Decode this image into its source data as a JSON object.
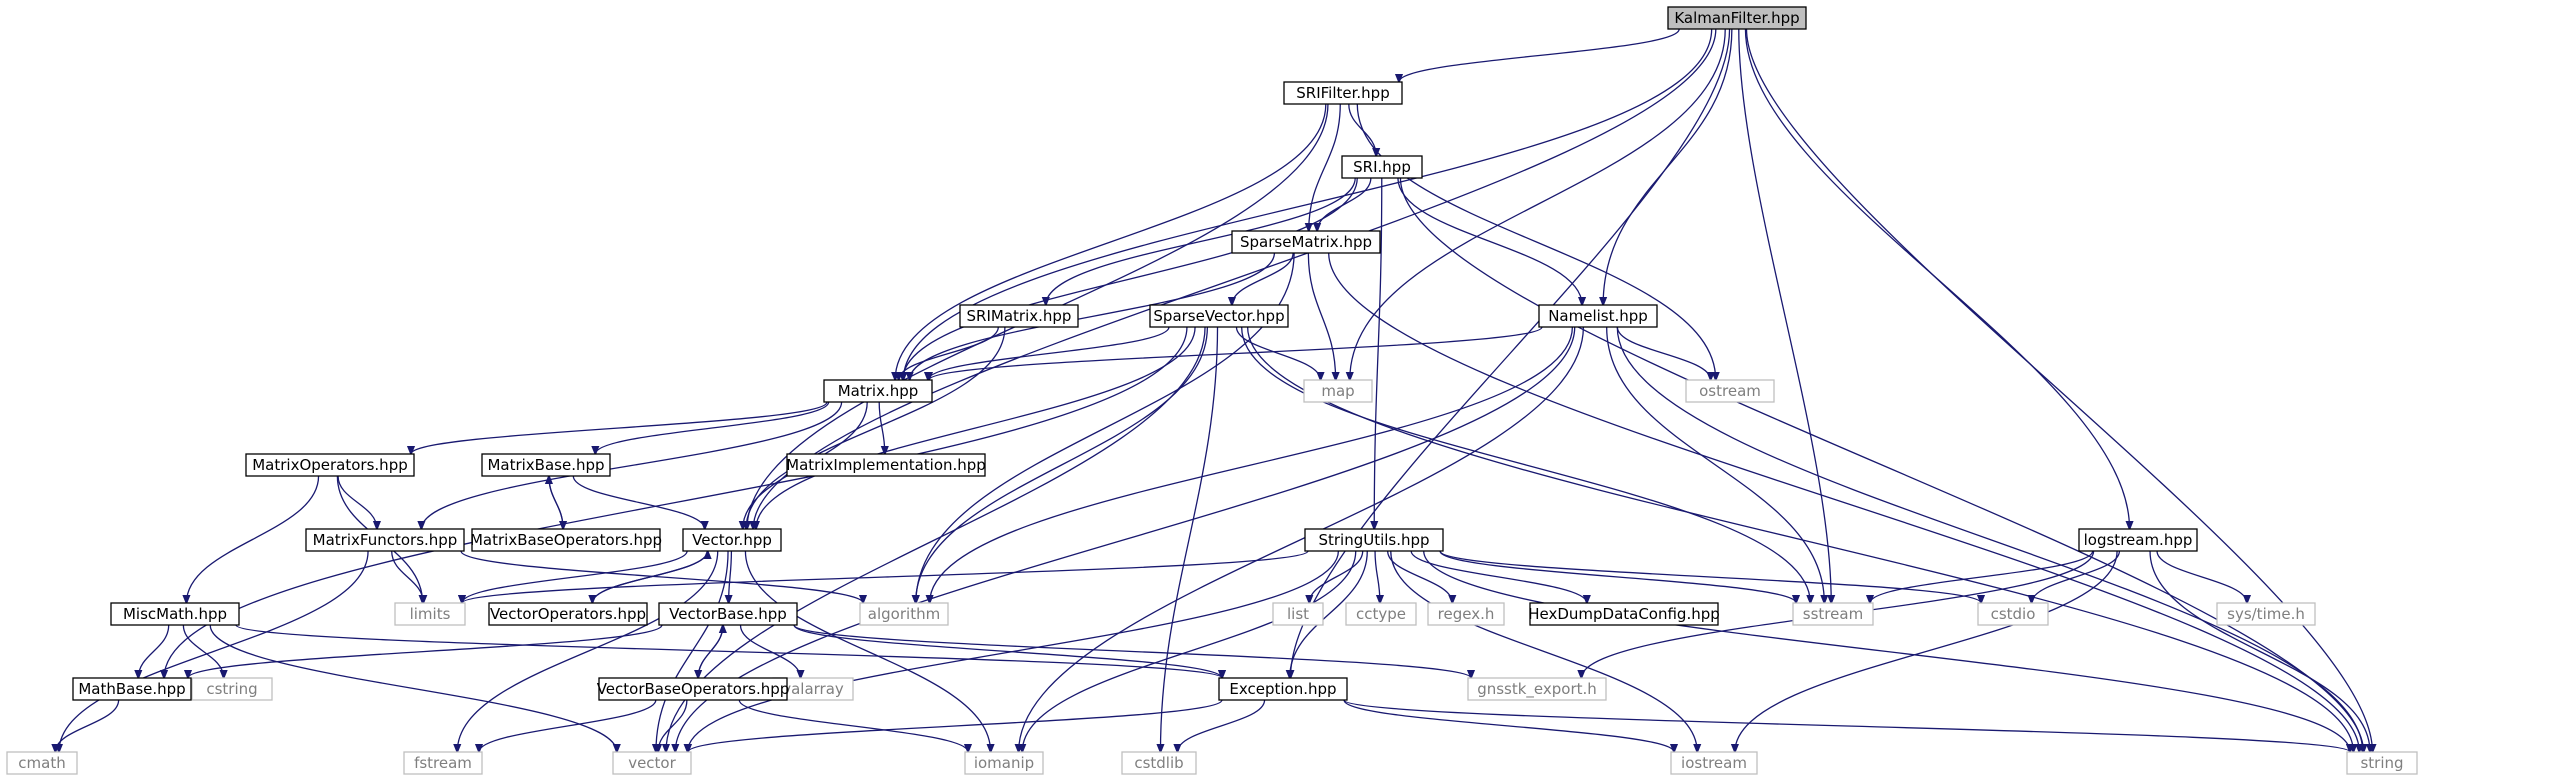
{
  "graph": {
    "colors": {
      "edge": "#191970",
      "root_fill": "#bfbfbf",
      "node_fill": "#ffffff",
      "node_border": "#000000",
      "external_border": "#bfbfbf",
      "external_text": "#7f7f7f"
    },
    "nodes": [
      {
        "id": "kalman",
        "label": "KalmanFilter.hpp",
        "kind": "root"
      },
      {
        "id": "srifilter",
        "label": "SRIFilter.hpp",
        "kind": "local"
      },
      {
        "id": "sri",
        "label": "SRI.hpp",
        "kind": "local"
      },
      {
        "id": "sparsematrix",
        "label": "SparseMatrix.hpp",
        "kind": "local"
      },
      {
        "id": "srimatrix",
        "label": "SRIMatrix.hpp",
        "kind": "local"
      },
      {
        "id": "sparsevector",
        "label": "SparseVector.hpp",
        "kind": "local"
      },
      {
        "id": "namelist",
        "label": "Namelist.hpp",
        "kind": "local"
      },
      {
        "id": "map",
        "label": "map",
        "kind": "external"
      },
      {
        "id": "ostream",
        "label": "ostream",
        "kind": "external"
      },
      {
        "id": "matrix",
        "label": "Matrix.hpp",
        "kind": "local"
      },
      {
        "id": "matrixops",
        "label": "MatrixOperators.hpp",
        "kind": "local"
      },
      {
        "id": "matrixbase",
        "label": "MatrixBase.hpp",
        "kind": "local"
      },
      {
        "id": "matriximpl",
        "label": "MatrixImplementation.hpp",
        "kind": "local"
      },
      {
        "id": "matrixfunctors",
        "label": "MatrixFunctors.hpp",
        "kind": "local"
      },
      {
        "id": "matrixbaseops",
        "label": "MatrixBaseOperators.hpp",
        "kind": "local"
      },
      {
        "id": "vector",
        "label": "Vector.hpp",
        "kind": "local"
      },
      {
        "id": "limits",
        "label": "limits",
        "kind": "external"
      },
      {
        "id": "vectorops",
        "label": "VectorOperators.hpp",
        "kind": "local"
      },
      {
        "id": "algorithm",
        "label": "algorithm",
        "kind": "external"
      },
      {
        "id": "stringutils",
        "label": "StringUtils.hpp",
        "kind": "local"
      },
      {
        "id": "list",
        "label": "list",
        "kind": "external"
      },
      {
        "id": "cctype",
        "label": "cctype",
        "kind": "external"
      },
      {
        "id": "regexh",
        "label": "regex.h",
        "kind": "external"
      },
      {
        "id": "hexdump",
        "label": "HexDumpDataConfig.hpp",
        "kind": "local"
      },
      {
        "id": "sstream",
        "label": "sstream",
        "kind": "external"
      },
      {
        "id": "cstdio",
        "label": "cstdio",
        "kind": "external"
      },
      {
        "id": "logstream",
        "label": "logstream.hpp",
        "kind": "local"
      },
      {
        "id": "systime",
        "label": "sys/time.h",
        "kind": "external"
      },
      {
        "id": "miscmath",
        "label": "MiscMath.hpp",
        "kind": "local"
      },
      {
        "id": "cstring",
        "label": "cstring",
        "kind": "external"
      },
      {
        "id": "mathbase",
        "label": "MathBase.hpp",
        "kind": "local"
      },
      {
        "id": "vectorbase",
        "label": "VectorBase.hpp",
        "kind": "local"
      },
      {
        "id": "valarray",
        "label": "valarray",
        "kind": "external"
      },
      {
        "id": "vectorbaseops",
        "label": "VectorBaseOperators.hpp",
        "kind": "local"
      },
      {
        "id": "exception",
        "label": "Exception.hpp",
        "kind": "local"
      },
      {
        "id": "gnsstkexport",
        "label": "gnsstk_export.h",
        "kind": "external"
      },
      {
        "id": "cmath",
        "label": "cmath",
        "kind": "external"
      },
      {
        "id": "fstream",
        "label": "fstream",
        "kind": "external"
      },
      {
        "id": "vectorstd",
        "label": "vector",
        "kind": "external"
      },
      {
        "id": "iomanip",
        "label": "iomanip",
        "kind": "external"
      },
      {
        "id": "cstdlib",
        "label": "cstdlib",
        "kind": "external"
      },
      {
        "id": "iostream",
        "label": "iostream",
        "kind": "external"
      },
      {
        "id": "string",
        "label": "string",
        "kind": "external"
      }
    ],
    "edges": [
      [
        "kalman",
        "srifilter"
      ],
      [
        "kalman",
        "logstream"
      ],
      [
        "kalman",
        "namelist"
      ],
      [
        "kalman",
        "map"
      ],
      [
        "kalman",
        "matrix"
      ],
      [
        "kalman",
        "vector"
      ],
      [
        "kalman",
        "sstream"
      ],
      [
        "kalman",
        "exception"
      ],
      [
        "kalman",
        "string"
      ],
      [
        "srifilter",
        "sri"
      ],
      [
        "srifilter",
        "sparsematrix"
      ],
      [
        "srifilter",
        "matrix"
      ],
      [
        "srifilter",
        "vector"
      ],
      [
        "srifilter",
        "ostream"
      ],
      [
        "sri",
        "sparsematrix"
      ],
      [
        "sri",
        "srimatrix"
      ],
      [
        "sri",
        "matrix"
      ],
      [
        "sri",
        "namelist"
      ],
      [
        "sri",
        "stringutils"
      ],
      [
        "sri",
        "string"
      ],
      [
        "sparsematrix",
        "sparsevector"
      ],
      [
        "sparsematrix",
        "matrix"
      ],
      [
        "sparsematrix",
        "map"
      ],
      [
        "sparsematrix",
        "algorithm"
      ],
      [
        "sparsematrix",
        "string"
      ],
      [
        "srimatrix",
        "matrix"
      ],
      [
        "srimatrix",
        "vector"
      ],
      [
        "sparsevector",
        "matrix"
      ],
      [
        "sparsevector",
        "mathbase"
      ],
      [
        "sparsevector",
        "vector"
      ],
      [
        "sparsevector",
        "map"
      ],
      [
        "sparsevector",
        "algorithm"
      ],
      [
        "sparsevector",
        "cstdlib"
      ],
      [
        "sparsevector",
        "sstream"
      ],
      [
        "sparsevector",
        "string"
      ],
      [
        "sparsevector",
        "vectorstd"
      ],
      [
        "namelist",
        "matrix"
      ],
      [
        "namelist",
        "ostream"
      ],
      [
        "namelist",
        "sstream"
      ],
      [
        "namelist",
        "string"
      ],
      [
        "namelist",
        "algorithm"
      ],
      [
        "namelist",
        "vectorstd"
      ],
      [
        "namelist",
        "iomanip"
      ],
      [
        "matrix",
        "matrixops"
      ],
      [
        "matrix",
        "matrixbase"
      ],
      [
        "matrix",
        "matriximpl"
      ],
      [
        "matrix",
        "matrixfunctors"
      ],
      [
        "matrix",
        "vector"
      ],
      [
        "matrixops",
        "matrixfunctors"
      ],
      [
        "matrixops",
        "miscmath"
      ],
      [
        "matrixops",
        "limits"
      ],
      [
        "matrixbase",
        "matrixbaseops"
      ],
      [
        "matrixbase",
        "vector"
      ],
      [
        "matrixbaseops",
        "matrixbase"
      ],
      [
        "matrixfunctors",
        "limits"
      ],
      [
        "matrixfunctors",
        "cmath"
      ],
      [
        "matrixfunctors",
        "algorithm"
      ],
      [
        "vector",
        "vectorbase"
      ],
      [
        "vector",
        "vectorops"
      ],
      [
        "vector",
        "limits"
      ],
      [
        "vector",
        "vectorstd"
      ],
      [
        "vector",
        "iomanip"
      ],
      [
        "vector",
        "fstream"
      ],
      [
        "vectorops",
        "vector"
      ],
      [
        "stringutils",
        "list"
      ],
      [
        "stringutils",
        "cctype"
      ],
      [
        "stringutils",
        "regexh"
      ],
      [
        "stringutils",
        "hexdump"
      ],
      [
        "stringutils",
        "sstream"
      ],
      [
        "stringutils",
        "cstdio"
      ],
      [
        "stringutils",
        "limits"
      ],
      [
        "stringutils",
        "exception"
      ],
      [
        "stringutils",
        "vectorstd"
      ],
      [
        "stringutils",
        "iomanip"
      ],
      [
        "stringutils",
        "iostream"
      ],
      [
        "stringutils",
        "string"
      ],
      [
        "logstream",
        "sstream"
      ],
      [
        "logstream",
        "cstdio"
      ],
      [
        "logstream",
        "systime"
      ],
      [
        "logstream",
        "gnsstkexport"
      ],
      [
        "logstream",
        "iostream"
      ],
      [
        "logstream",
        "string"
      ],
      [
        "miscmath",
        "mathbase"
      ],
      [
        "miscmath",
        "cstring"
      ],
      [
        "miscmath",
        "vectorstd"
      ],
      [
        "miscmath",
        "exception"
      ],
      [
        "mathbase",
        "cmath"
      ],
      [
        "vectorbase",
        "vectorbaseops"
      ],
      [
        "vectorbase",
        "mathbase"
      ],
      [
        "vectorbase",
        "valarray"
      ],
      [
        "vectorbase",
        "exception"
      ],
      [
        "vectorbase",
        "gnsstkexport"
      ],
      [
        "vectorbaseops",
        "vectorbase"
      ],
      [
        "vectorbaseops",
        "fstream"
      ],
      [
        "vectorbaseops",
        "vectorstd"
      ],
      [
        "vectorbaseops",
        "iomanip"
      ],
      [
        "exception",
        "vectorstd"
      ],
      [
        "exception",
        "cstdlib"
      ],
      [
        "exception",
        "iostream"
      ],
      [
        "exception",
        "string"
      ]
    ]
  }
}
